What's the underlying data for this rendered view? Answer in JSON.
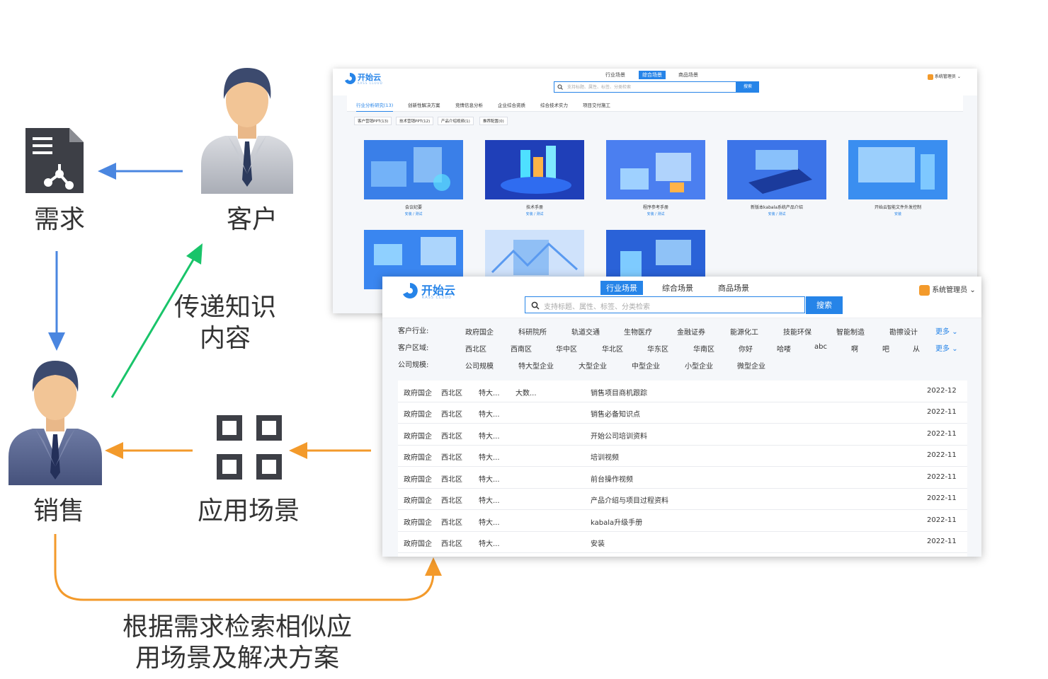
{
  "labels": {
    "need": "需求",
    "customer": "客户",
    "sales": "销售",
    "scenario": "应用场景",
    "transfer": [
      "传递知识",
      "内容"
    ],
    "search_desc": [
      "根据需求检索相似应",
      "用场景及解决方案"
    ]
  },
  "colors": {
    "blue": "#4a86e0",
    "green": "#19c46a",
    "orange": "#f39a2b",
    "brand": "#2684e8"
  },
  "back_screen": {
    "logo": "开始云",
    "logo_sub": "KASS CLOUD",
    "nav": [
      "行业场景",
      "综合场景",
      "商品场景"
    ],
    "nav_active": "综合场景",
    "search_placeholder": "支持标题、属性、标签、分类检索",
    "search_button": "搜索",
    "user": "系统管理员",
    "tabs": [
      "行业分析研究(13)",
      "创新性解决方案",
      "竞情信息分析",
      "企业综合资质",
      "综合技术实力",
      "项目交付施工"
    ],
    "chips": [
      "客户营销PPT(13)",
      "技术营销PPT(12)",
      "产品介绍视频(1)",
      "推荐配置(0)"
    ],
    "cards": [
      {
        "title": "会议纪要",
        "sub": "安装 / 测试"
      },
      {
        "title": "技术手册",
        "sub": "安装 / 测试"
      },
      {
        "title": "程序参考手册",
        "sub": "安装 / 测试"
      },
      {
        "title": "新版本kabala系统产品介绍",
        "sub": "安装 / 测试"
      },
      {
        "title": "开始云智能文件外发控制",
        "sub": "安装"
      }
    ]
  },
  "front_screen": {
    "logo": "开始云",
    "logo_sub": "KASS CLOUD",
    "nav": [
      "行业场景",
      "综合场景",
      "商品场景"
    ],
    "search_placeholder": "支持标题、属性、标签、分类检索",
    "search_button": "搜索",
    "user": "系统管理员",
    "filters": [
      {
        "label": "客户行业:",
        "options": [
          "政府国企",
          "科研院所",
          "轨道交通",
          "生物医疗",
          "金融证券",
          "能源化工",
          "技能环保",
          "智能制造",
          "勘擦设计"
        ],
        "more": "更多"
      },
      {
        "label": "客户区域:",
        "options": [
          "西北区",
          "西南区",
          "华中区",
          "华北区",
          "华东区",
          "华南区",
          "你好",
          "哈喽",
          "abc",
          "啊",
          "吧",
          "从"
        ],
        "more": "更多"
      },
      {
        "label": "公司规模:",
        "options": [
          "公司规模",
          "特大型企业",
          "大型企业",
          "中型企业",
          "小型企业",
          "微型企业"
        ]
      }
    ],
    "rows": [
      {
        "c1": "政府国企",
        "c2": "西北区",
        "c3": "特大...",
        "c4": "大数...",
        "title": "销售项目商机跟踪",
        "date": "2022-12"
      },
      {
        "c1": "政府国企",
        "c2": "西北区",
        "c3": "特大...",
        "c4": "",
        "title": "销售必备知识点",
        "date": "2022-11"
      },
      {
        "c1": "政府国企",
        "c2": "西北区",
        "c3": "特大...",
        "c4": "",
        "title": "开始公司培训资料",
        "date": "2022-11"
      },
      {
        "c1": "政府国企",
        "c2": "西北区",
        "c3": "特大...",
        "c4": "",
        "title": "培训视频",
        "date": "2022-11"
      },
      {
        "c1": "政府国企",
        "c2": "西北区",
        "c3": "特大...",
        "c4": "",
        "title": "前台操作视频",
        "date": "2022-11"
      },
      {
        "c1": "政府国企",
        "c2": "西北区",
        "c3": "特大...",
        "c4": "",
        "title": "产品介绍与项目过程资料",
        "date": "2022-11"
      },
      {
        "c1": "政府国企",
        "c2": "西北区",
        "c3": "特大...",
        "c4": "",
        "title": "kabala升级手册",
        "date": "2022-11"
      },
      {
        "c1": "政府国企",
        "c2": "西北区",
        "c3": "特大...",
        "c4": "",
        "title": "安装",
        "date": "2022-11"
      }
    ]
  }
}
